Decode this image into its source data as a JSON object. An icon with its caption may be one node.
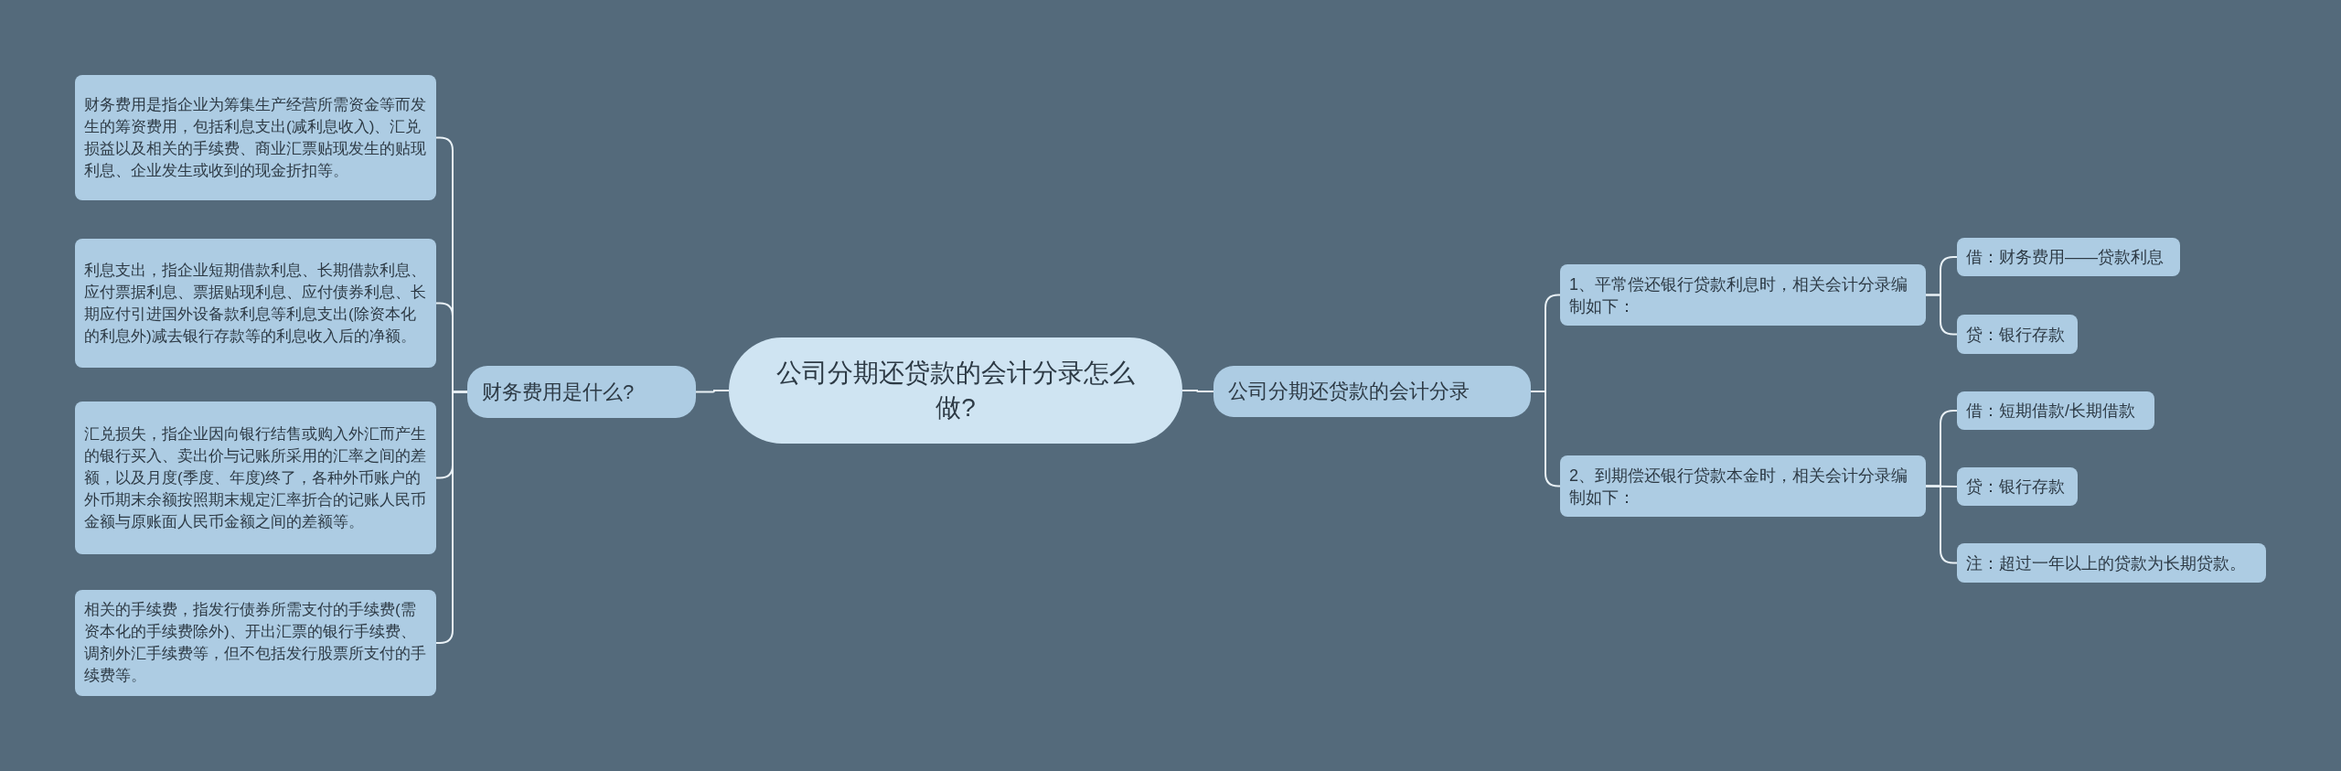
{
  "diagram": {
    "nodes": [
      {
        "text": [
          "公司分期还贷款的会计分录怎么做?"
        ]
      },
      {
        "text": [
          "财务费用是什么?"
        ]
      },
      {
        "text": [
          "财务费用是指企业为筹集生产经营所需资金等而发生的筹资费用，包括利息支出(减利息收入)、汇兑损益以及相关的手续费、商业汇票贴现发生的贴现利息、企业发生或收到的现金折扣等。"
        ]
      },
      {
        "text": [
          "利息支出，指企业短期借款利息、长期借款利息、应付票据利息、票据贴现利息、应付债券利息、长期应付引进国外设备款利息等利息支出(除资本化的利息外)减去银行存款等的利息收入后的净额。"
        ]
      },
      {
        "text": [
          "汇兑损失，指企业因向银行结售或购入外汇而产生的银行买入、卖出价与记账所采用的汇率之间的差额，以及月度(季度、年度)终了，各种外币账户的外币期末余额按照期末规定汇率折合的记账人民币金额与原账面人民币金额之间的差额等。"
        ]
      },
      {
        "text": [
          "相关的手续费，指发行债券所需支付的手续费(需资本化的手续费除外)、开出汇票的银行手续费、调剂外汇手续费等，但不包括发行股票所支付的手续费等。"
        ]
      },
      {
        "text": [
          "公司分期还贷款的会计分录"
        ]
      },
      {
        "text": [
          "1、平常偿还银行贷款利息时，相关会计分录编制如下："
        ]
      },
      {
        "text": [
          "借：财务费用——贷款利息"
        ]
      },
      {
        "text": [
          "贷：银行存款"
        ]
      },
      {
        "text": [
          "2、到期偿还银行贷款本金时，相关会计分录编制如下："
        ]
      },
      {
        "text": [
          "借：短期借款/长期借款"
        ]
      },
      {
        "text": [
          "贷：银行存款"
        ]
      },
      {
        "text": [
          "注：超过一年以上的贷款为长期贷款。"
        ]
      }
    ],
    "edges": [
      {
        "from": 0,
        "to": 1,
        "arrow": "none"
      },
      {
        "from": 1,
        "to": 2,
        "arrow": "none"
      },
      {
        "from": 1,
        "to": 3,
        "arrow": "none"
      },
      {
        "from": 1,
        "to": 4,
        "arrow": "none"
      },
      {
        "from": 1,
        "to": 5,
        "arrow": "none"
      },
      {
        "from": 0,
        "to": 6,
        "arrow": "none"
      },
      {
        "from": 6,
        "to": 7,
        "arrow": "none"
      },
      {
        "from": 7,
        "to": 8,
        "arrow": "none"
      },
      {
        "from": 7,
        "to": 9,
        "arrow": "none"
      },
      {
        "from": 6,
        "to": 10,
        "arrow": "none"
      },
      {
        "from": 10,
        "to": 11,
        "arrow": "none"
      },
      {
        "from": 10,
        "to": 12,
        "arrow": "none"
      },
      {
        "from": 10,
        "to": 13,
        "arrow": "none"
      }
    ]
  }
}
